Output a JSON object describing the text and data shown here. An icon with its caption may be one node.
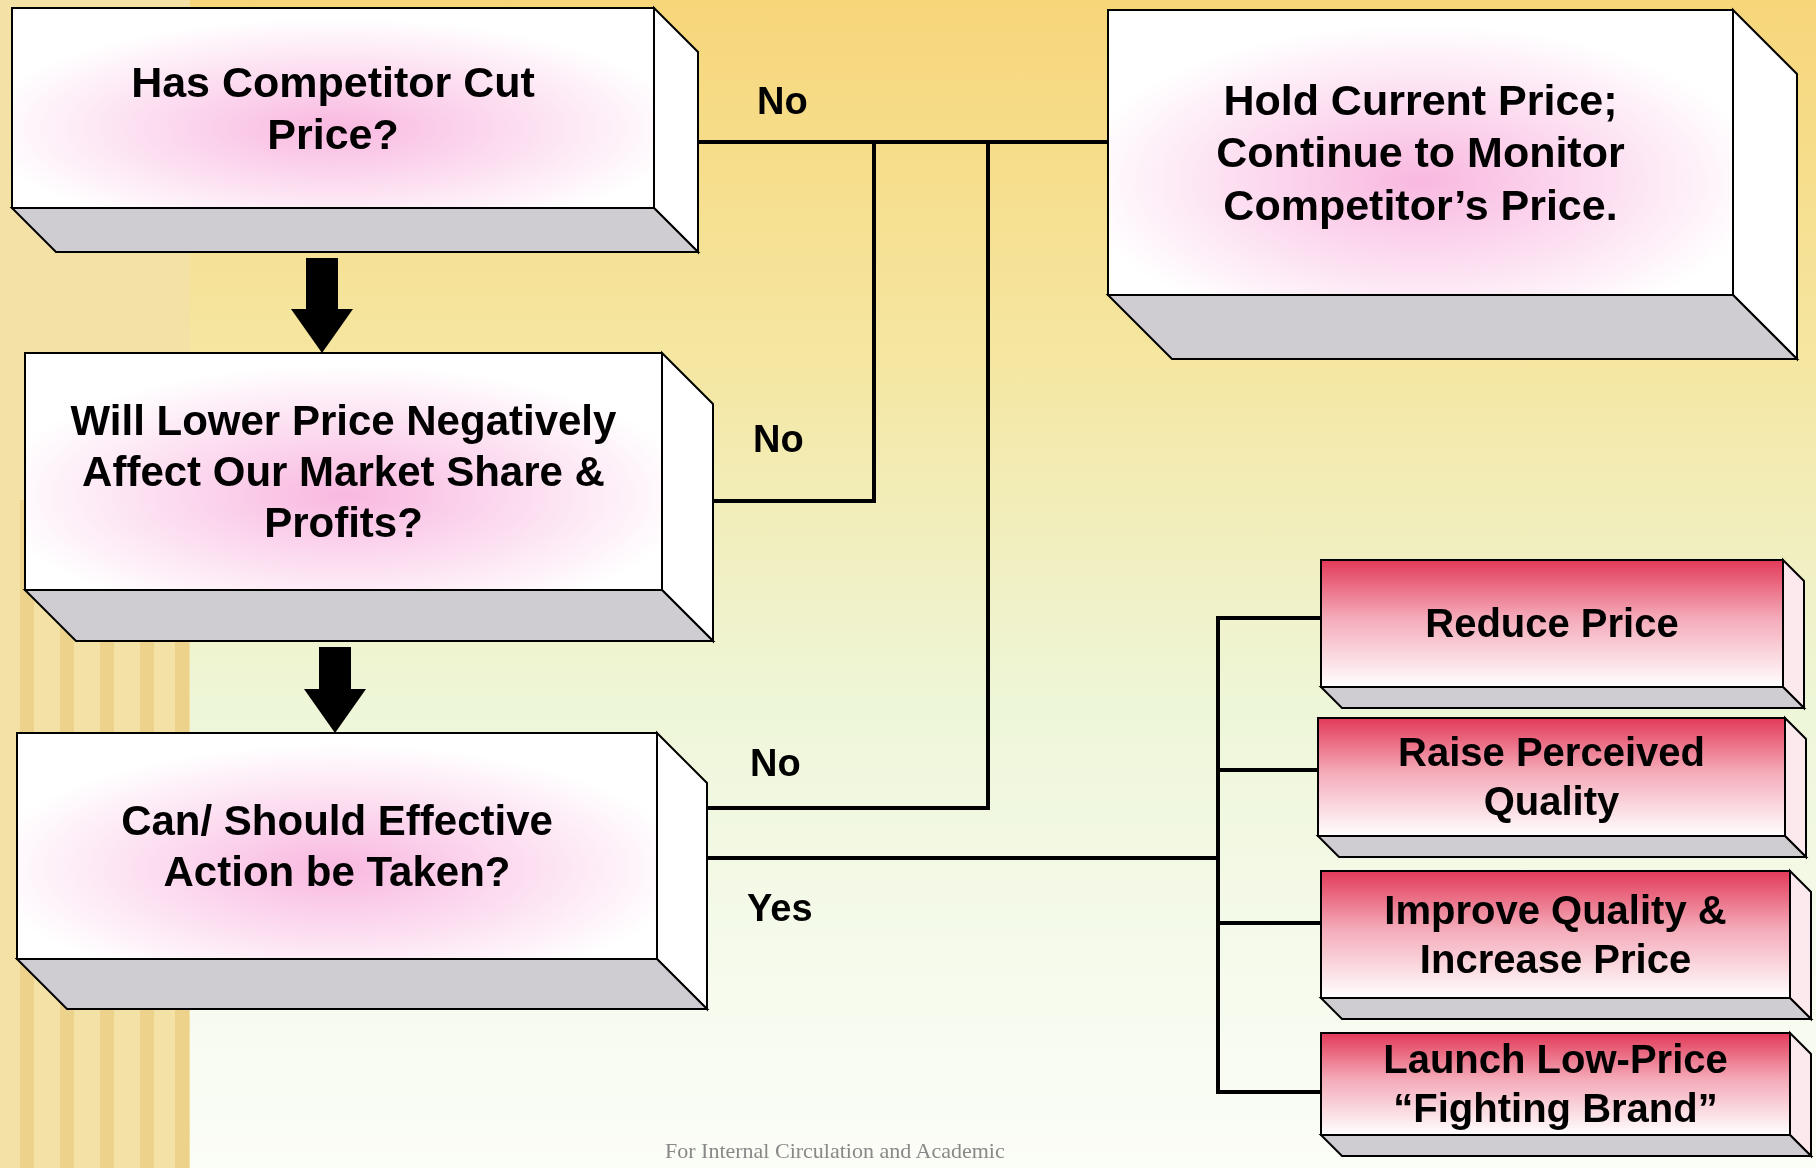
{
  "diagram": {
    "nodes": [
      {
        "text": [
          "Has Competitor Cut Price?"
        ]
      },
      {
        "text": [
          "Will Lower Price Negatively Affect Our Market Share & Profits?"
        ]
      },
      {
        "text": [
          "Can/ Should Effective Action be Taken?"
        ]
      },
      {
        "text": [
          "Hold Current Price; Continue to Monitor Competitor’s Price."
        ]
      },
      {
        "text": [
          "Reduce Price"
        ]
      },
      {
        "text": [
          "Raise Perceived Quality"
        ]
      },
      {
        "text": [
          "Improve Quality & Increase Price"
        ]
      },
      {
        "text": [
          "Launch Low-Price “Fighting Brand”"
        ]
      }
    ],
    "edges": [
      {
        "from": 0,
        "to": 1,
        "arrow": "to",
        "style": "thick"
      },
      {
        "from": 1,
        "to": 2,
        "arrow": "to",
        "style": "thick"
      },
      {
        "from": 0,
        "to": 3,
        "arrow": "none",
        "label": "No"
      },
      {
        "from": 1,
        "to": 3,
        "arrow": "none",
        "label": "No"
      },
      {
        "from": 2,
        "to": 3,
        "arrow": "none",
        "label": "No"
      },
      {
        "from": 2,
        "to": 4,
        "arrow": "none",
        "label": "Yes"
      },
      {
        "from": 2,
        "to": 5,
        "arrow": "none"
      },
      {
        "from": 2,
        "to": 6,
        "arrow": "none"
      },
      {
        "from": 2,
        "to": 7,
        "arrow": "none"
      }
    ],
    "labels": [
      "For Internal Circulation and Academic"
    ]
  }
}
